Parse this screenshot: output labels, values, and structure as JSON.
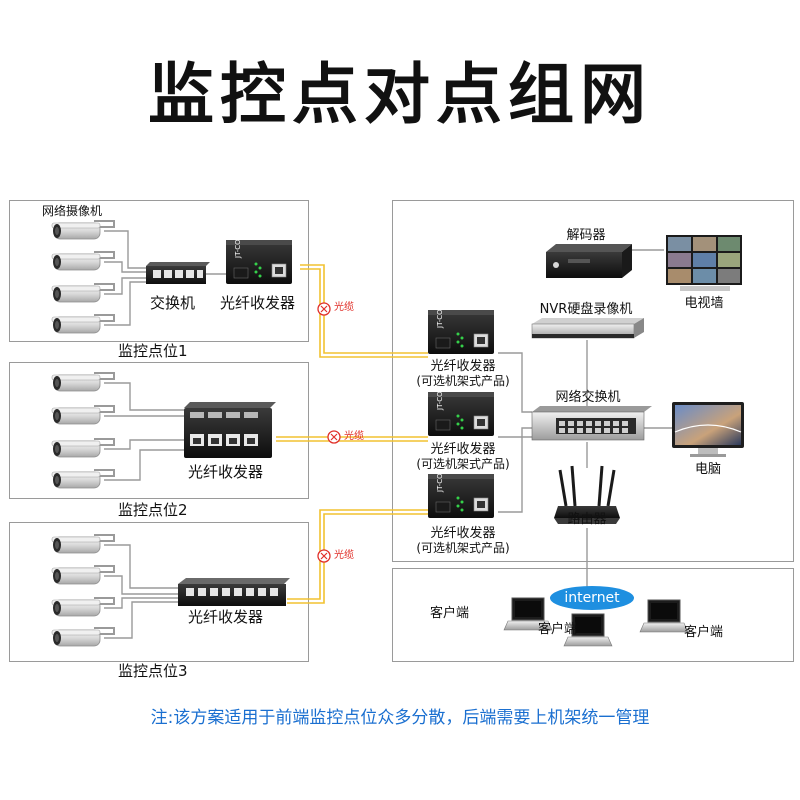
{
  "title": "监控点对点组网",
  "sites": [
    {
      "name": "监控点位1",
      "camera_label": "网络摄像机",
      "switch_label": "交换机",
      "transceiver_label": "光纤收发器"
    },
    {
      "name": "监控点位2",
      "transceiver_label": "光纤收发器"
    },
    {
      "name": "监控点位3",
      "transceiver_label": "光纤收发器"
    }
  ],
  "fiber_label": "光缆",
  "center": {
    "transceiver_label": "光纤收发器",
    "transceiver_sub": "(可选机架式产品)",
    "decoder": "解码器",
    "tv_wall": "电视墙",
    "nvr": "NVR硬盘录像机",
    "network_switch": "网络交换机",
    "pc": "电脑",
    "router": "路由器"
  },
  "internet": {
    "cloud": "internet",
    "clients": [
      "客户端",
      "客户端",
      "客户端"
    ]
  },
  "note": "注:该方案适用于前端监控点位众多分散，后端需要上机架统一管理",
  "colors": {
    "fiber": "#f2c230",
    "internet_blue": "#1e8fe0",
    "note_blue": "#1a6fd0",
    "alert_red": "#e0302a"
  }
}
